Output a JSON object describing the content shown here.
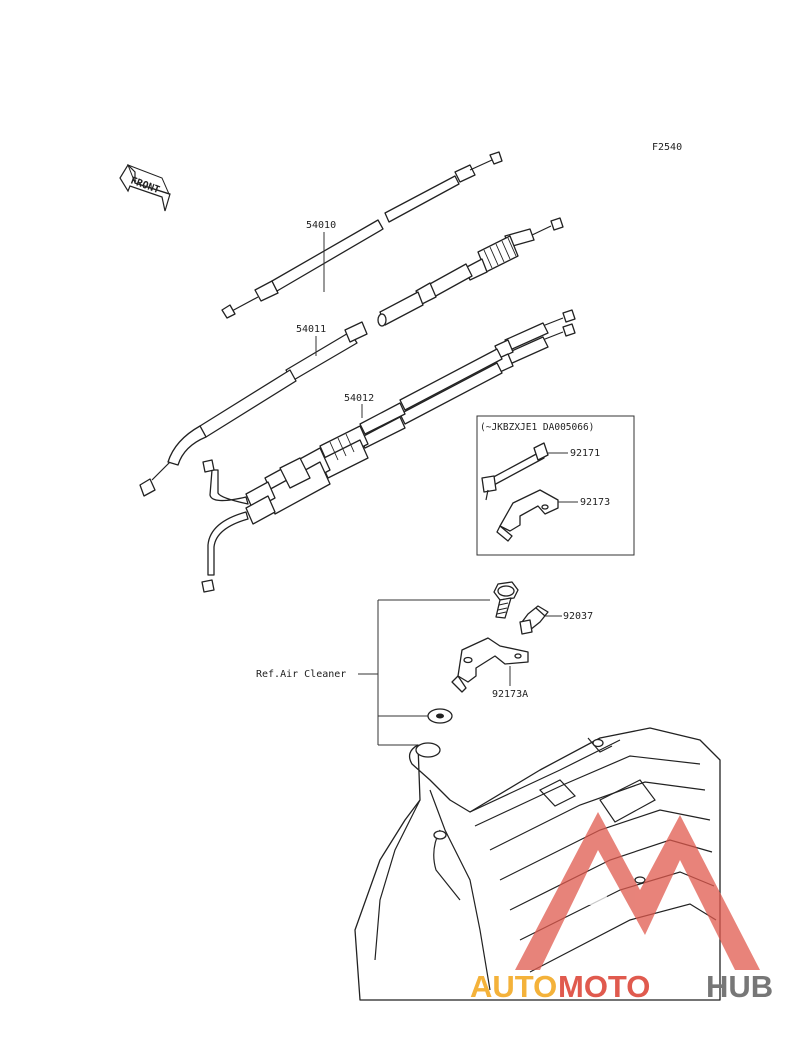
{
  "diagram": {
    "figure_code": "F2540",
    "front_arrow_label": "FRONT",
    "inset_condition": "(~JKBZXJE1 DA005066)",
    "ref_note": "Ref.Air Cleaner",
    "parts": [
      {
        "part_no": "54010"
      },
      {
        "part_no": "54011"
      },
      {
        "part_no": "54012"
      },
      {
        "part_no": "92171"
      },
      {
        "part_no": "92173"
      },
      {
        "part_no": "92037"
      },
      {
        "part_no": "92173A"
      }
    ],
    "watermark": {
      "brand_part1": "AUTO",
      "brand_part2": "MOTO",
      "brand_part3": "HUB",
      "color_1": "#f4b23a",
      "color_2": "#e05a4e",
      "color_3": "#777777"
    }
  }
}
